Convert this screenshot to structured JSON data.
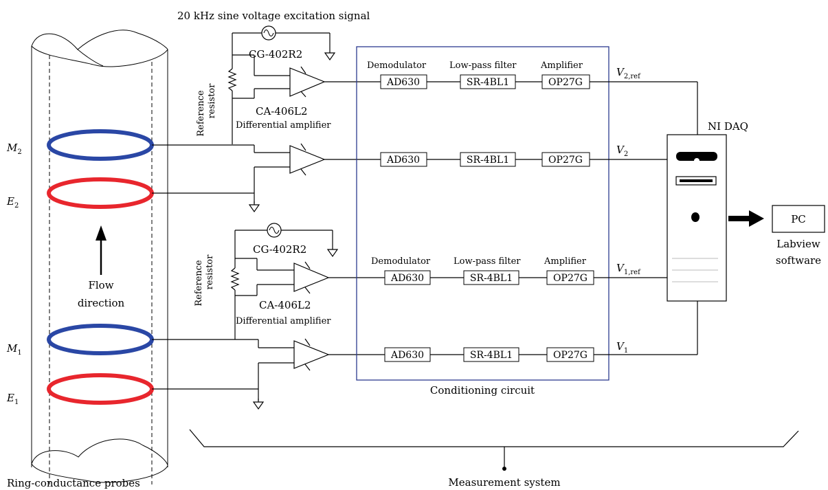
{
  "excitation_title": "20 kHz sine voltage excitation signal",
  "probes": {
    "caption": "Ring-conductance probes",
    "flow_line1": "Flow",
    "flow_line2": "direction",
    "labels": {
      "M2": {
        "base": "M",
        "sub": "2"
      },
      "E2": {
        "base": "E",
        "sub": "2"
      },
      "M1": {
        "base": "M",
        "sub": "1"
      },
      "E1": {
        "base": "E",
        "sub": "1"
      }
    },
    "colors": {
      "measure_ring": "#2a47a5",
      "excite_ring": "#e8262d"
    }
  },
  "upper": {
    "generator": "CG-402R2",
    "amplifier_model": "CA-406L2",
    "ref_line1": "Reference",
    "ref_line2": "resistor",
    "diff_amp": "Differential amplifier"
  },
  "lower": {
    "generator": "CG-402R2",
    "amplifier_model": "CA-406L2",
    "ref_line1": "Reference",
    "ref_line2": "resistor",
    "diff_amp": "Differential amplifier"
  },
  "conditioning": {
    "caption": "Conditioning circuit",
    "border_color": "#2b3a8f",
    "header_upper": {
      "demod": "Demodulator",
      "lpf": "Low-pass filter",
      "amp": "Amplifier"
    },
    "header_lower": {
      "demod": "Demodulator",
      "lpf": "Low-pass filter",
      "amp": "Amplifier"
    },
    "chains": [
      {
        "demod": "AD630",
        "lpf": "SR-4BL1",
        "amp": "OP27G"
      },
      {
        "demod": "AD630",
        "lpf": "SR-4BL1",
        "amp": "OP27G"
      },
      {
        "demod": "AD630",
        "lpf": "SR-4BL1",
        "amp": "OP27G"
      },
      {
        "demod": "AD630",
        "lpf": "SR-4BL1",
        "amp": "OP27G"
      }
    ]
  },
  "signals": {
    "v2ref": {
      "base": "V",
      "sub": "2,ref"
    },
    "v2": {
      "base": "V",
      "sub": "2"
    },
    "v1ref": {
      "base": "V",
      "sub": "1,ref"
    },
    "v1": {
      "base": "V",
      "sub": "1"
    }
  },
  "daq": {
    "label": "NI DAQ"
  },
  "pc": {
    "label": "PC",
    "software_line1": "Labview",
    "software_line2": "software"
  },
  "measurement_system": "Measurement system"
}
